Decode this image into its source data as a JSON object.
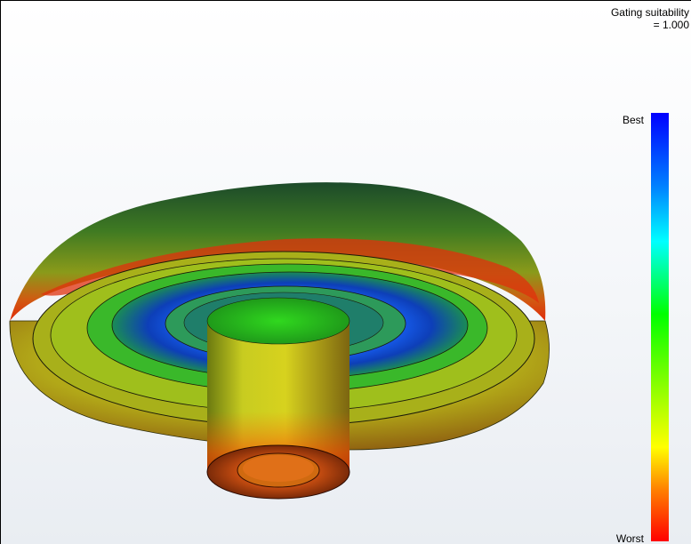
{
  "result": {
    "title_line1": "Gating suitability",
    "title_line2": "= 1.000"
  },
  "legend": {
    "best_label": "Best",
    "worst_label": "Worst",
    "colors": [
      "#0000ff",
      "#0080ff",
      "#00ffff",
      "#00ff00",
      "#ffff00",
      "#ff8000",
      "#ff0000"
    ]
  }
}
